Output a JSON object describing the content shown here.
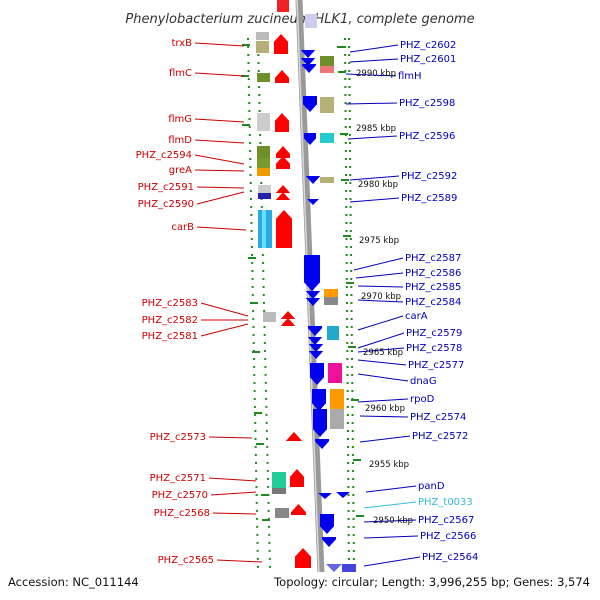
{
  "title": "Phenylobacterium zucineum HLK1, complete genome",
  "footer": {
    "accession": "Accession: NC_011144",
    "summary": "Topology: circular; Length: 3,996,255 bp; Genes: 3,574"
  },
  "colors": {
    "left_label": "#cc0000",
    "right_label": "#0000bb",
    "trna_label": "#33bbdd",
    "forward_arrow": "#ff0000",
    "reverse_arrow": "#0000ee",
    "dotted_track": "#228822",
    "backbone": "#999999"
  },
  "kbp_markers": [
    "2990 kbp",
    "2985 kbp",
    "2980 kbp",
    "2975 kbp",
    "2970 kbp",
    "2965 kbp",
    "2960 kbp",
    "2955 kbp",
    "2950 kbp"
  ],
  "left_genes": [
    "trxB",
    "flmC",
    "flmG",
    "flmD",
    "PHZ_c2594",
    "greA",
    "PHZ_c2591",
    "PHZ_c2590",
    "carB",
    "PHZ_c2583",
    "PHZ_c2582",
    "PHZ_c2581",
    "PHZ_c2573",
    "PHZ_c2571",
    "PHZ_c2570",
    "PHZ_c2568",
    "PHZ_c2565"
  ],
  "right_genes": [
    "PHZ_c2602",
    "PHZ_c2601",
    "flmH",
    "PHZ_c2598",
    "PHZ_c2596",
    "PHZ_c2592",
    "PHZ_c2589",
    "PHZ_c2587",
    "PHZ_c2586",
    "PHZ_c2585",
    "PHZ_c2584",
    "carA",
    "PHZ_c2579",
    "PHZ_c2578",
    "PHZ_c2577",
    "dnaG",
    "rpoD",
    "PHZ_c2574",
    "PHZ_c2572",
    "panD",
    "PHZ_t0033",
    "PHZ_c2567",
    "PHZ_c2566",
    "PHZ_c2564"
  ]
}
